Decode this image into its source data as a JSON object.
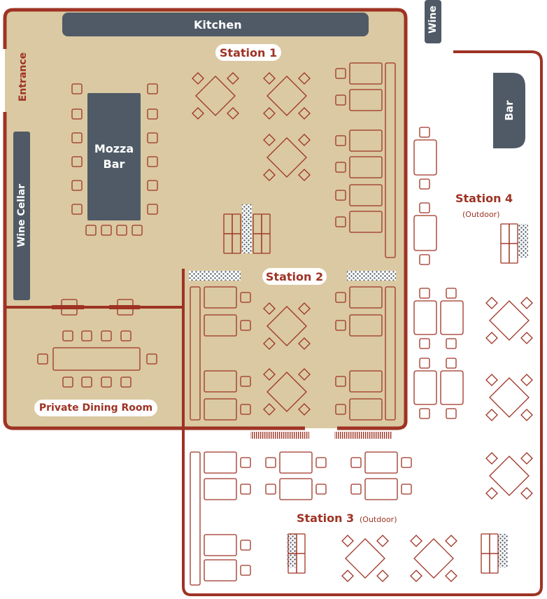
{
  "colors": {
    "floor": "#dac9a2",
    "wall": "#9e3324",
    "furniture_stroke": "#9e3324",
    "dark_block": "#4f5a66",
    "label_red": "#9e3324"
  },
  "labels": {
    "kitchen": "Kitchen",
    "wine": "Wine",
    "entrance": "Entrance",
    "wine_cellar": "Wine Cellar",
    "mozza_bar_line1": "Mozza",
    "mozza_bar_line2": "Bar",
    "bar": "Bar",
    "private_dining": "Private Dining Room"
  },
  "stations": {
    "s1": {
      "name": "Station 1"
    },
    "s2": {
      "name": "Station 2"
    },
    "s3": {
      "name": "Station 3",
      "note": "(Outdoor)"
    },
    "s4": {
      "name": "Station 4",
      "note": "(Outdoor)"
    }
  }
}
